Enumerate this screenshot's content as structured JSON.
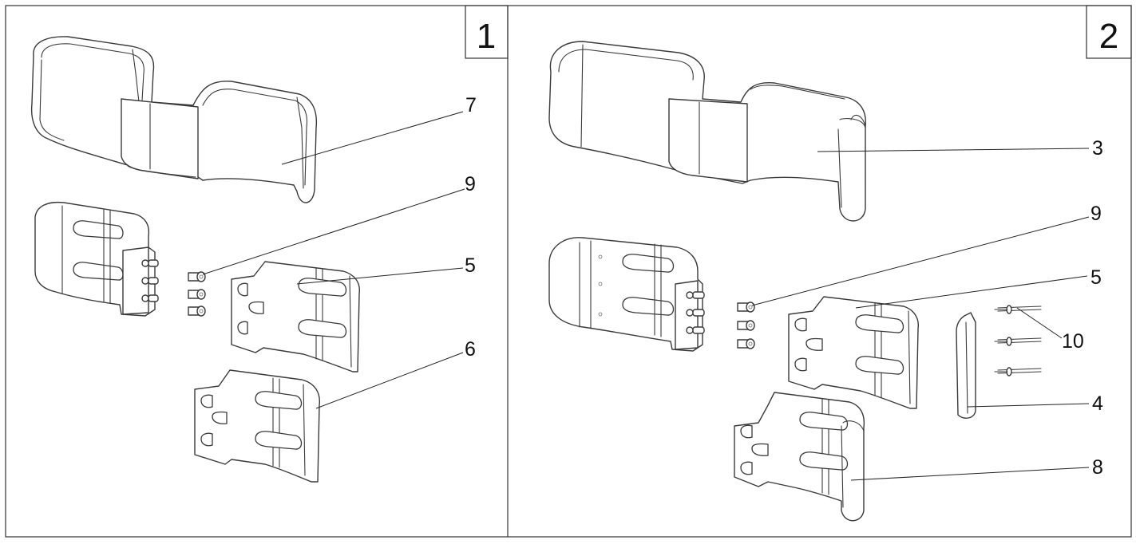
{
  "panels": [
    {
      "number": "1",
      "callouts": [
        "7",
        "9",
        "5",
        "6"
      ]
    },
    {
      "number": "2",
      "callouts": [
        "3",
        "9",
        "5",
        "10",
        "4",
        "8"
      ]
    }
  ],
  "line_color": "#3a3a3a",
  "background": "#ffffff"
}
